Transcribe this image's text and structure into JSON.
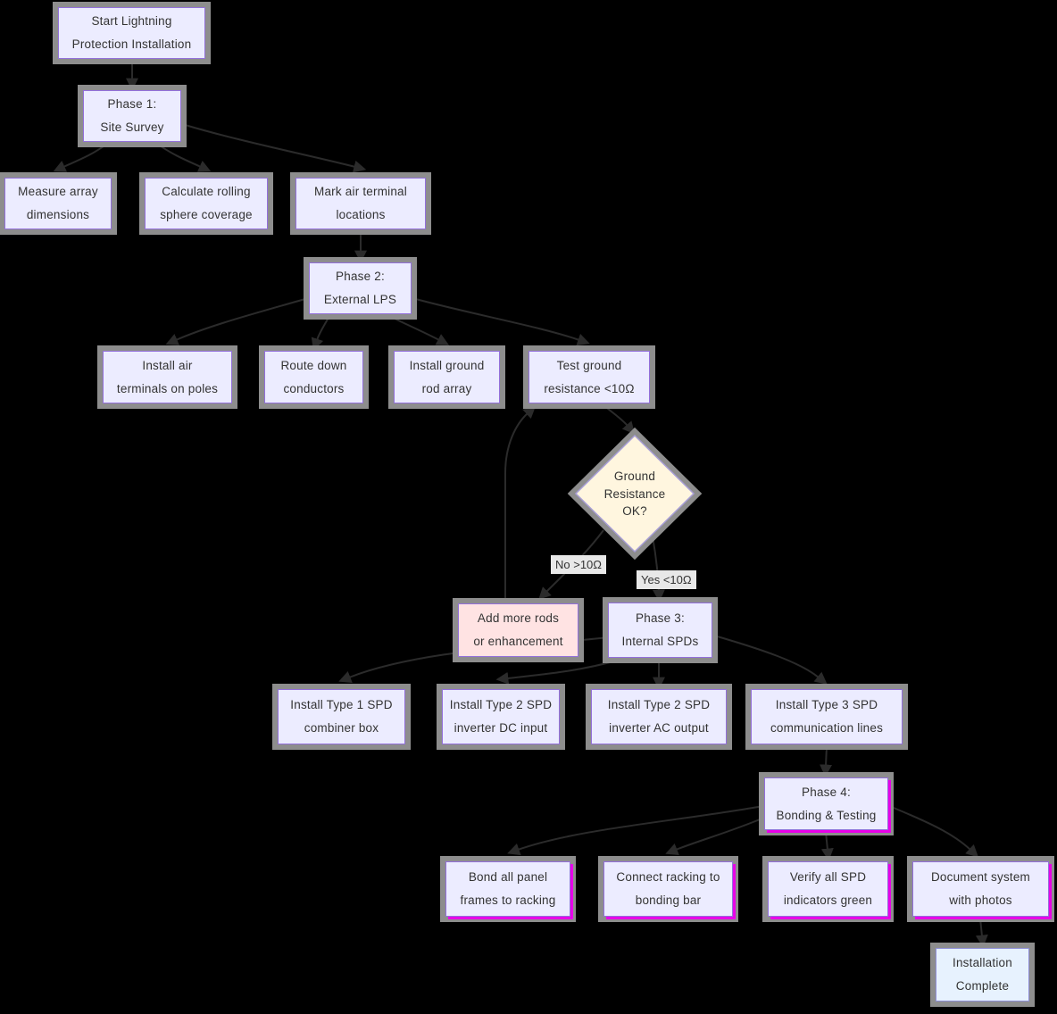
{
  "diagram_type": "flowchart",
  "colors": {
    "background": "#000000",
    "node_fill": "#ececff",
    "node_border": "#9370db",
    "shadow_gray": "#8d8d8d",
    "highlight_magenta": "#e800e8",
    "decision_fill": "#fff6df",
    "decision_border": "#a89ed6",
    "warning_fill": "#ffe3e3",
    "complete_fill": "#e7f2fe",
    "edge_color": "#2b2b2b",
    "edge_label_bg": "#e8e8e8",
    "text": "#333333"
  },
  "nodes": {
    "start": {
      "line1": "Start Lightning",
      "line2": "Protection Installation"
    },
    "phase1": {
      "line1": "Phase 1:",
      "line2": "Site Survey"
    },
    "measure": {
      "line1": "Measure array",
      "line2": "dimensions"
    },
    "calc": {
      "line1": "Calculate rolling",
      "line2": "sphere coverage"
    },
    "mark": {
      "line1": "Mark air terminal",
      "line2": "locations"
    },
    "phase2": {
      "line1": "Phase 2:",
      "line2": "External LPS"
    },
    "air": {
      "line1": "Install air",
      "line2": "terminals on poles"
    },
    "route": {
      "line1": "Route down",
      "line2": "conductors"
    },
    "rod": {
      "line1": "Install ground",
      "line2": "rod array"
    },
    "test": {
      "line1": "Test ground",
      "line2": "resistance <10Ω"
    },
    "decision": {
      "line1": "Ground",
      "line2": "Resistance",
      "line3": "OK?"
    },
    "addrods": {
      "line1": "Add more rods",
      "line2": "or enhancement"
    },
    "phase3": {
      "line1": "Phase 3:",
      "line2": "Internal SPDs"
    },
    "spd1": {
      "line1": "Install Type 1 SPD",
      "line2": "combiner box"
    },
    "spd2": {
      "line1": "Install Type 2 SPD",
      "line2": "inverter DC input"
    },
    "spd3": {
      "line1": "Install Type 2 SPD",
      "line2": "inverter AC output"
    },
    "spd4": {
      "line1": "Install Type 3 SPD",
      "line2": "communication lines"
    },
    "phase4": {
      "line1": "Phase 4:",
      "line2": "Bonding & Testing"
    },
    "bond": {
      "line1": "Bond all panel",
      "line2": "frames to racking"
    },
    "connect": {
      "line1": "Connect racking to",
      "line2": "bonding bar"
    },
    "verify": {
      "line1": "Verify all SPD",
      "line2": "indicators green"
    },
    "doc": {
      "line1": "Document system",
      "line2": "with photos"
    },
    "complete": {
      "line1": "Installation",
      "line2": "Complete"
    }
  },
  "edge_labels": {
    "no": "No >10Ω",
    "yes": "Yes <10Ω"
  }
}
